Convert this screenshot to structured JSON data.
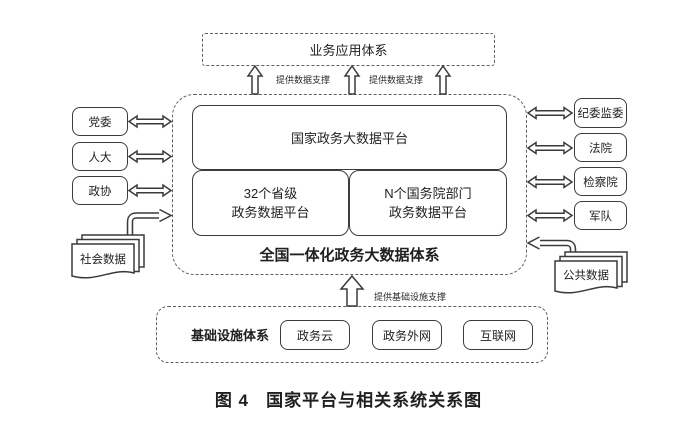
{
  "colors": {
    "line": "#3a3a3a",
    "dash": "#5f5f5f",
    "text": "#1f1f1f",
    "bg": "#ffffff"
  },
  "business_layer": {
    "label": "业务应用体系"
  },
  "support_labels": {
    "left": "提供数据支撑",
    "right": "提供数据支撑",
    "infra": "提供基础设施支撑"
  },
  "main_system": {
    "title": "全国一体化政务大数据体系",
    "national_platform": "国家政务大数据平台",
    "provincial_platform_line1": "32个省级",
    "provincial_platform_line2": "政务数据平台",
    "ministry_platform_line1": "N个国务院部门",
    "ministry_platform_line2": "政务数据平台"
  },
  "left_entities": [
    {
      "label": "党委"
    },
    {
      "label": "人大"
    },
    {
      "label": "政协"
    }
  ],
  "right_entities": [
    {
      "label": "纪委监委"
    },
    {
      "label": "法院"
    },
    {
      "label": "检察院"
    },
    {
      "label": "军队"
    }
  ],
  "data_sources": {
    "social": "社会数据",
    "public": "公共数据"
  },
  "infrastructure": {
    "label": "基础设施体系",
    "items": [
      {
        "label": "政务云"
      },
      {
        "label": "政务外网"
      },
      {
        "label": "互联网"
      }
    ]
  },
  "caption": "图 4   国家平台与相关系统关系图"
}
